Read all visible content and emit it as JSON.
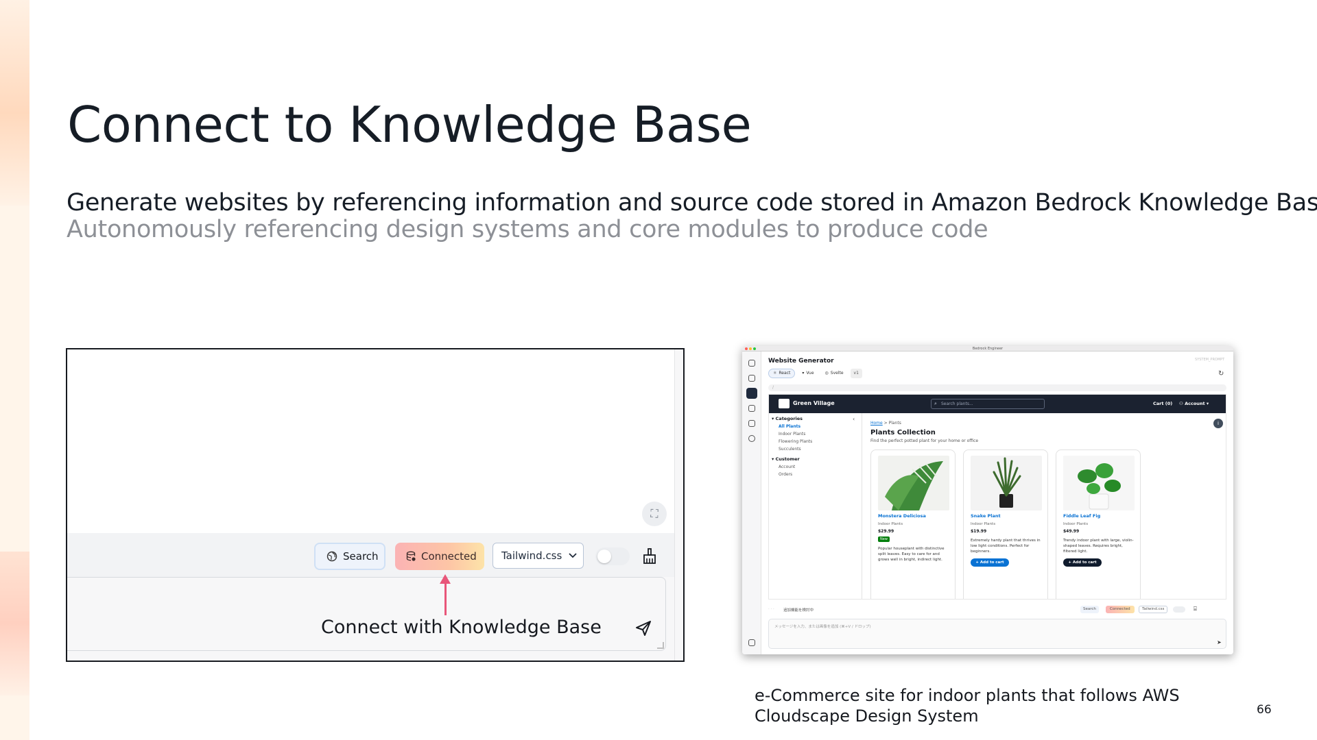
{
  "slide": {
    "title": "Connect to Knowledge Base",
    "subtitle_primary": "Generate websites by referencing information and source code stored in Amazon Bedrock Knowledge Base",
    "subtitle_secondary": "Autonomously referencing design systems and core modules to produce code",
    "caption": "e-Commerce site for indoor plants that follows AWS Cloudscape Design System",
    "page_number": "66"
  },
  "left_screenshot": {
    "search_button_label": "Search",
    "connected_button_label": "Connected",
    "framework_select_value": "Tailwind.css",
    "annotation": "Connect with Knowledge Base",
    "icons": [
      "globe-icon",
      "database-icon",
      "chevron-down-icon",
      "broom-icon",
      "send-icon",
      "expand-icon"
    ]
  },
  "right_screenshot": {
    "window_title": "Bedrock Engineer",
    "app_title": "Website Generator",
    "system_prompt_label": "SYSTEM_PROMPT",
    "frameworks": [
      "React",
      "Vue",
      "Svelte"
    ],
    "version": "v1",
    "url": "/",
    "site": {
      "brand": "Green Village",
      "search_placeholder": "Search plants...",
      "cart": "Cart (0)",
      "account": "Account",
      "categories_heading": "Categories",
      "categories": [
        "All Plants",
        "Indoor Plants",
        "Flowering Plants",
        "Succulents"
      ],
      "customer_heading": "Customer",
      "customer_items": [
        "Account",
        "Orders"
      ],
      "breadcrumb": [
        "Home",
        "Plants"
      ],
      "page_title": "Plants Collection",
      "page_subtitle": "Find the perfect potted plant for your home or office",
      "products": [
        {
          "name": "Monstera Deliciosa",
          "category": "Indoor Plants",
          "price": "$29.99",
          "badge": "New",
          "description": "Popular houseplant with distinctive split leaves. Easy to care for and grows well in bright, indirect light.",
          "button": ""
        },
        {
          "name": "Snake Plant",
          "category": "Indoor Plants",
          "price": "$19.99",
          "badge": "",
          "description": "Extremely hardy plant that thrives in low light conditions. Perfect for beginners.",
          "button": "+ Add to cart"
        },
        {
          "name": "Fiddle Leaf Fig",
          "category": "Indoor Plants",
          "price": "$49.99",
          "badge": "",
          "description": "Trendy indoor plant with large, violin-shaped leaves. Requires bright, filtered light.",
          "button": "+ Add to cart"
        }
      ]
    },
    "toolbar": {
      "hint": "追加機能を検討中",
      "search": "Search",
      "connected": "Connected",
      "framework": "Tailwind.css"
    },
    "input_placeholder": "メッセージを入力、または画像を追加 (⌘+V / ドロップ)"
  },
  "colors": {
    "title_text": "#161d26",
    "secondary_text": "#8d9096",
    "arrow": "#e8567a",
    "link": "#0972d3",
    "nav_bg": "#1b2230",
    "add_cart_btn": "#0972d3"
  }
}
